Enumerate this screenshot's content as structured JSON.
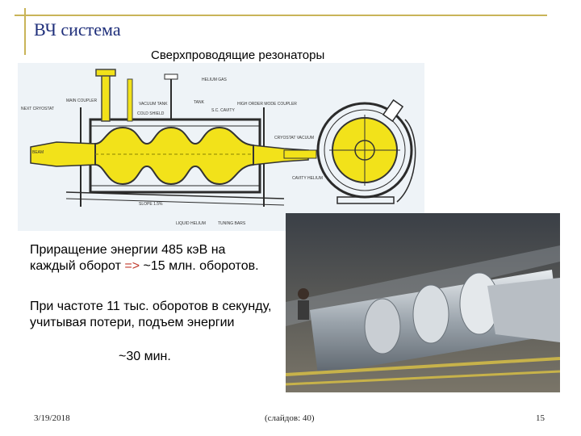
{
  "slide": {
    "title": "ВЧ система",
    "subtitle": "Сверхпроводящие резонаторы"
  },
  "body": {
    "line1": "Приращение энергии 485 кэВ на",
    "line2_prefix": "каждый оборот ",
    "line2_arrow": "=>",
    "line2_suffix": " ~15 млн. оборотов.",
    "line3": "При частоте 11 тыс. оборотов в секунду,",
    "line4": "учитывая потери, подъем энергии",
    "line5": "~30 мин."
  },
  "diagram_labels": {
    "helium_gas": "HELIUM GAS",
    "main_coupler": "MAIN COUPLER",
    "vacuum_tank": "VACUUM TANK",
    "tank": "TANK",
    "sc_cavity": "S.C. CAVITY",
    "hom_coupler": "HIGH ORDER MODE COUPLER",
    "next_cryostat": "NEXT CRYOSTAT",
    "cold_shield": "COLD SHIELD",
    "cryostat_vacuum": "CRYOSTAT VACUUM",
    "beam": "BEAM",
    "cavity_helium": "CAVITY HELIUM",
    "slope": "SLOPE 1.5%",
    "liquid_helium": "LIQUID HELIUM",
    "tuning_bars": "TUNING BARS"
  },
  "footer": {
    "date": "3/19/2018",
    "slides": "(слайдов: 40)",
    "page": "15"
  },
  "colors": {
    "title": "#1e2e7a",
    "accent_frame": "#c9b458",
    "cavity_yellow": "#f2e21a",
    "arrow": "#c0392b"
  }
}
